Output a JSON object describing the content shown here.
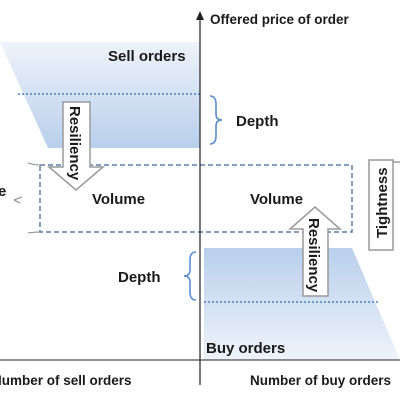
{
  "diagram": {
    "y_axis_label": "Offered price of order",
    "x_axis_left_label": "Number of sell orders",
    "x_axis_right_label": "Number of buy orders",
    "sell_orders_label": "Sell orders",
    "buy_orders_label": "Buy orders",
    "depth_top_label": "Depth",
    "depth_bottom_label": "Depth",
    "resiliency_left_label": "Resiliency",
    "resiliency_right_label": "Resiliency",
    "volume_left_label": "Volume",
    "volume_right_label": "Volume",
    "tightness_label": "Tightness",
    "left_edge_partial_label": "e"
  },
  "colors": {
    "region_fill_light": "#eef3fb",
    "region_fill_dark": "#b9cfeb",
    "dotted_line": "#4a80c4",
    "dashed_box": "#5b7fa8",
    "axis": "#222222",
    "brace": "#5b8fd0",
    "arrow_fill": "#ffffff",
    "arrow_stroke": "#9a9a9a"
  }
}
